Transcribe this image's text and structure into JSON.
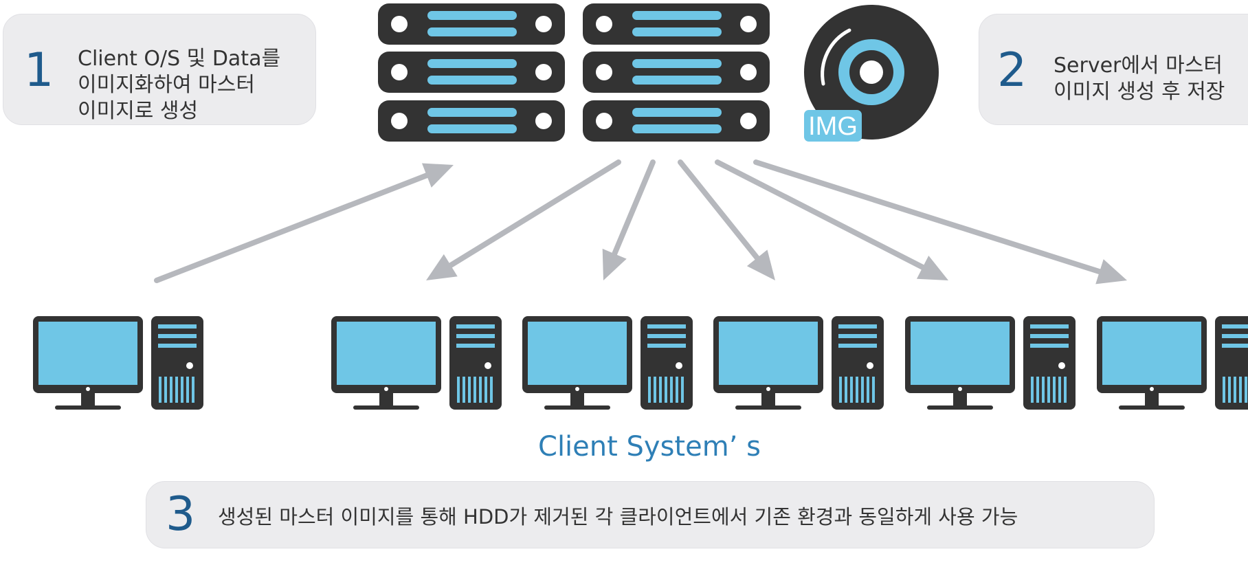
{
  "steps": [
    {
      "number": "1",
      "text": "Client O/S 및 Data를\n이미지화하여 마스터\n이미지로 생성"
    },
    {
      "number": "2",
      "text": "Server에서 마스터\n이미지 생성 후 저장"
    },
    {
      "number": "3",
      "text": "생성된 마스터 이미지를 통해 HDD가 제거된 각 클라이언트에서 기존 환경과 동일하게 사용 가능"
    }
  ],
  "disk": {
    "badge": "IMG",
    "icon": "disc-icon"
  },
  "server": {
    "icon": "server-rack-icon",
    "units": 6
  },
  "client_caption": "Client System’ s",
  "clients": {
    "icon": "desktop-computer-icon",
    "count": 6
  },
  "colors": {
    "dark": "#333333",
    "accent_blue": "#6fc6e6",
    "arrow_gray": "#b6b8bd",
    "number_blue": "#1f5b8c",
    "caption_blue": "#2e7fb6",
    "box_bg": "#ececee"
  }
}
